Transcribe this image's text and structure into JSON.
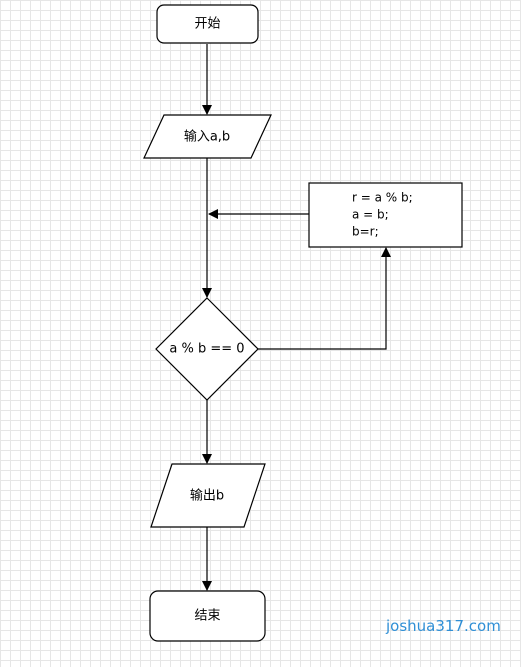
{
  "diagram": {
    "start": "开始",
    "input": "输入a,b",
    "loop_body": {
      "line1": "r = a % b;",
      "line2": "a = b;",
      "line3": "b=r;"
    },
    "condition": "a % b == 0",
    "output": "输出b",
    "end": "结束"
  },
  "watermark": "joshua317.com",
  "colors": {
    "stroke": "#000000",
    "grid": "#e6e6e6",
    "watermark": "#2f8fd6"
  }
}
